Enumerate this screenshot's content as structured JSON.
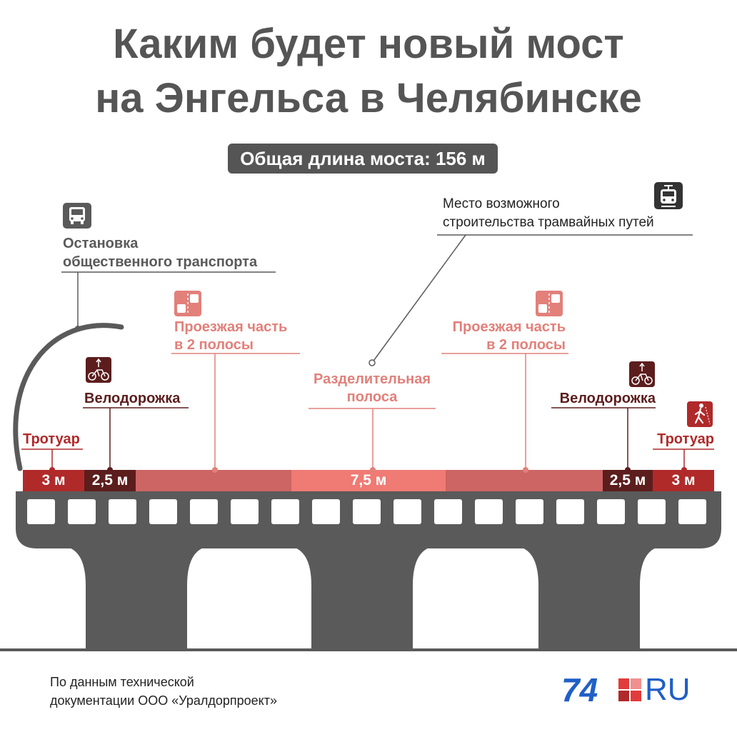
{
  "title": {
    "line1": "Каким будет новый мост",
    "line2": "на Энгельса в Челябинске"
  },
  "total_length": "Общая длина моста: 156 м",
  "callouts": {
    "bus_stop": {
      "line1": "Остановка",
      "line2": "общественного транспорта",
      "icon": "bus-icon"
    },
    "tram": {
      "line1": "Место возможного",
      "line2": "строительства трамвайных путей",
      "icon": "tram-icon"
    },
    "roadway_left": {
      "line1": "Проезжая часть",
      "line2": "в 2 полосы",
      "icon": "car-icon"
    },
    "roadway_right": {
      "line1": "Проезжая часть",
      "line2": "в 2 полосы",
      "icon": "car-icon"
    },
    "median": {
      "line1": "Разделительная",
      "line2": "полоса"
    },
    "bike_left": {
      "label": "Велодорожка",
      "icon": "bicycle-icon"
    },
    "bike_right": {
      "label": "Велодорожка",
      "icon": "bicycle-icon"
    },
    "sidewalk_left": {
      "label": "Тротуар"
    },
    "sidewalk_right": {
      "label": "Тротуар",
      "icon": "pedestrian-icon"
    }
  },
  "lanes": {
    "sidewalk_left": "3 м",
    "bike_left": "2,5 м",
    "median": "7,5 м",
    "bike_right": "2,5 м",
    "sidewalk_right": "3 м"
  },
  "colors": {
    "sidewalk": "#b02a2a",
    "bike": "#5c1d1d",
    "roadway": "#cc6564",
    "median": "#f07a74",
    "structure": "#5a5a5a"
  },
  "footer": {
    "source_line1": "По данным технической",
    "source_line2": "документации ООО «Уралдорпроект»",
    "logo_number": "74",
    "logo_suffix": "RU"
  }
}
